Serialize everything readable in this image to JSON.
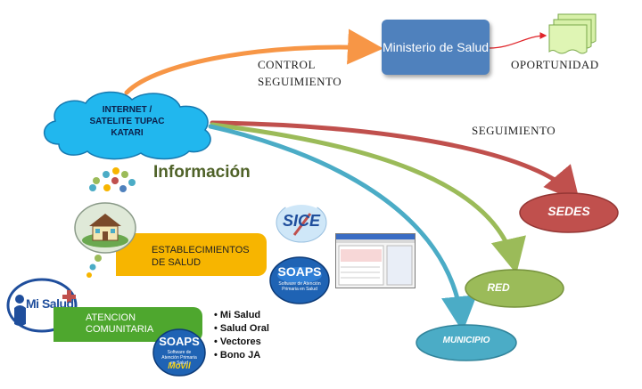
{
  "ministry": {
    "label": "Ministerio de Salud"
  },
  "oportunidad": {
    "label": "OPORTUNIDAD"
  },
  "control": {
    "line1": "CONTROL",
    "line2": "SEGUIMIENTO"
  },
  "internet": {
    "line1": "INTERNET /",
    "line2": "SATELITE  TUPAC",
    "line3": "KATARI"
  },
  "seguimiento": {
    "label": "SEGUIMIENTO"
  },
  "informacion": {
    "label": "Información"
  },
  "sedes": {
    "label": "SEDES"
  },
  "red": {
    "label": "RED"
  },
  "municipio": {
    "label": "MUNICIPIO"
  },
  "establecimientos": {
    "line1": "ESTABLECIMIENTOS",
    "line2": "DE SALUD"
  },
  "atencion": {
    "line1": "ATENCION",
    "line2": "COMUNITARIA"
  },
  "mi_salud_logo": {
    "label": "Mi Salud"
  },
  "sice_logo": {
    "label": "SICE"
  },
  "soaps_logo": {
    "label": "SOAPS",
    "sub": "Software de Atención Primaria en Salud"
  },
  "soaps_movil_logo": {
    "label": "SOAPS",
    "sub": "Software de Atención Primaria en Salud",
    "tag": "Movil"
  },
  "bullets": [
    "Mi Salud",
    "Salud Oral",
    "Vectores",
    "Bono JA"
  ],
  "colors": {
    "ministry_box": "#4f81bd",
    "orange_arrow": "#f79646",
    "red_arrow": "#c0504d",
    "green_arrow": "#9bbb59",
    "blue_arrow": "#4bacc6",
    "sedes_fill": "#c0504d",
    "red_fill": "#9bbb59",
    "municipio_fill": "#4bacc6",
    "establecimientos_fill": "#f7b500",
    "atencion_fill": "#4ea72e",
    "informacion_text": "#4f6228"
  },
  "icons": [
    "document-stack-icon",
    "cloud-icon",
    "house-icon",
    "thought-dots-icon",
    "software-window-icon"
  ]
}
